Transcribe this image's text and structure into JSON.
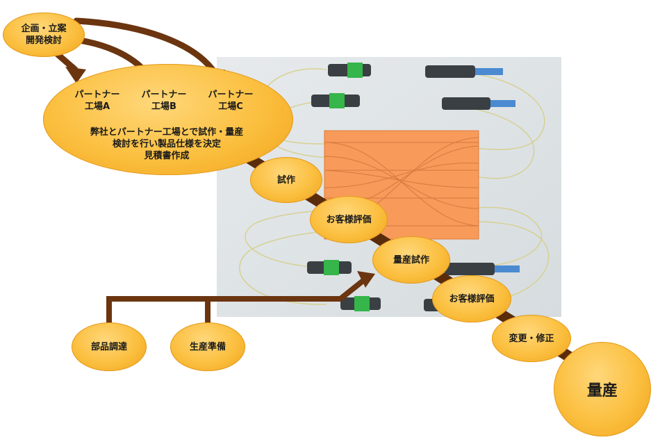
{
  "nodes": {
    "planning": {
      "line1": "企画・立案",
      "line2": "開発検討"
    },
    "partners": [
      {
        "line1": "パートナー",
        "line2": "工場A"
      },
      {
        "line1": "パートナー",
        "line2": "工場B"
      },
      {
        "line1": "パートナー",
        "line2": "工場C"
      }
    ],
    "joint_description": [
      "弊社とパートナー工場とで試作・量産",
      "検討を行い製品仕様を決定",
      "見積書作成"
    ],
    "prototype": "試作",
    "customer_eval_1": "お客様評価",
    "mass_prototype": "量産試作",
    "customer_eval_2": "お客様評価",
    "change_fix": "変更・修正",
    "mass_production": "量産",
    "parts_procurement": "部品調達",
    "production_prep": "生産準備"
  },
  "colors": {
    "node_fill": "#fbbf3f",
    "arrow": "#6b3510",
    "panel": "#dfe4e6",
    "chip": "#f79a5a"
  }
}
